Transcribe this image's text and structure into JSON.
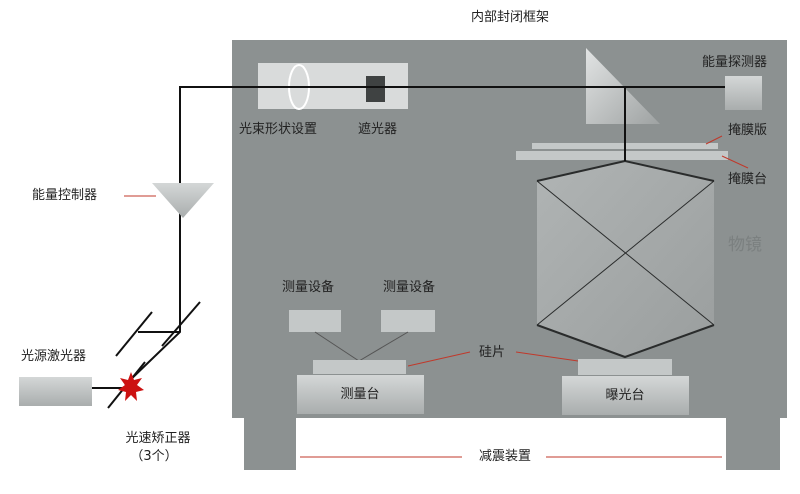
{
  "title": "内部封闭框架",
  "labels": {
    "energy_detector": "能量探测器",
    "beam_shaping": "光束形状设置",
    "shutter": "遮光器",
    "energy_controller": "能量控制器",
    "mask": "掩膜版",
    "mask_stage": "掩膜台",
    "objective": "物镜",
    "measure_device_1": "测量设备",
    "measure_device_2": "测量设备",
    "wafer": "硅片",
    "laser_source": "光源激光器",
    "measure_stage": "测量台",
    "exposure_stage": "曝光台",
    "beam_corrector": "光速矫正器",
    "beam_corrector_count": "（3个）",
    "damping": "减震装置"
  },
  "colors": {
    "frame": "#8c9191",
    "component": "#b8bcbc",
    "component_dark": "#a4a8a8",
    "beam": "#111111",
    "leader": "#c0392b",
    "star": "#cc1111"
  }
}
